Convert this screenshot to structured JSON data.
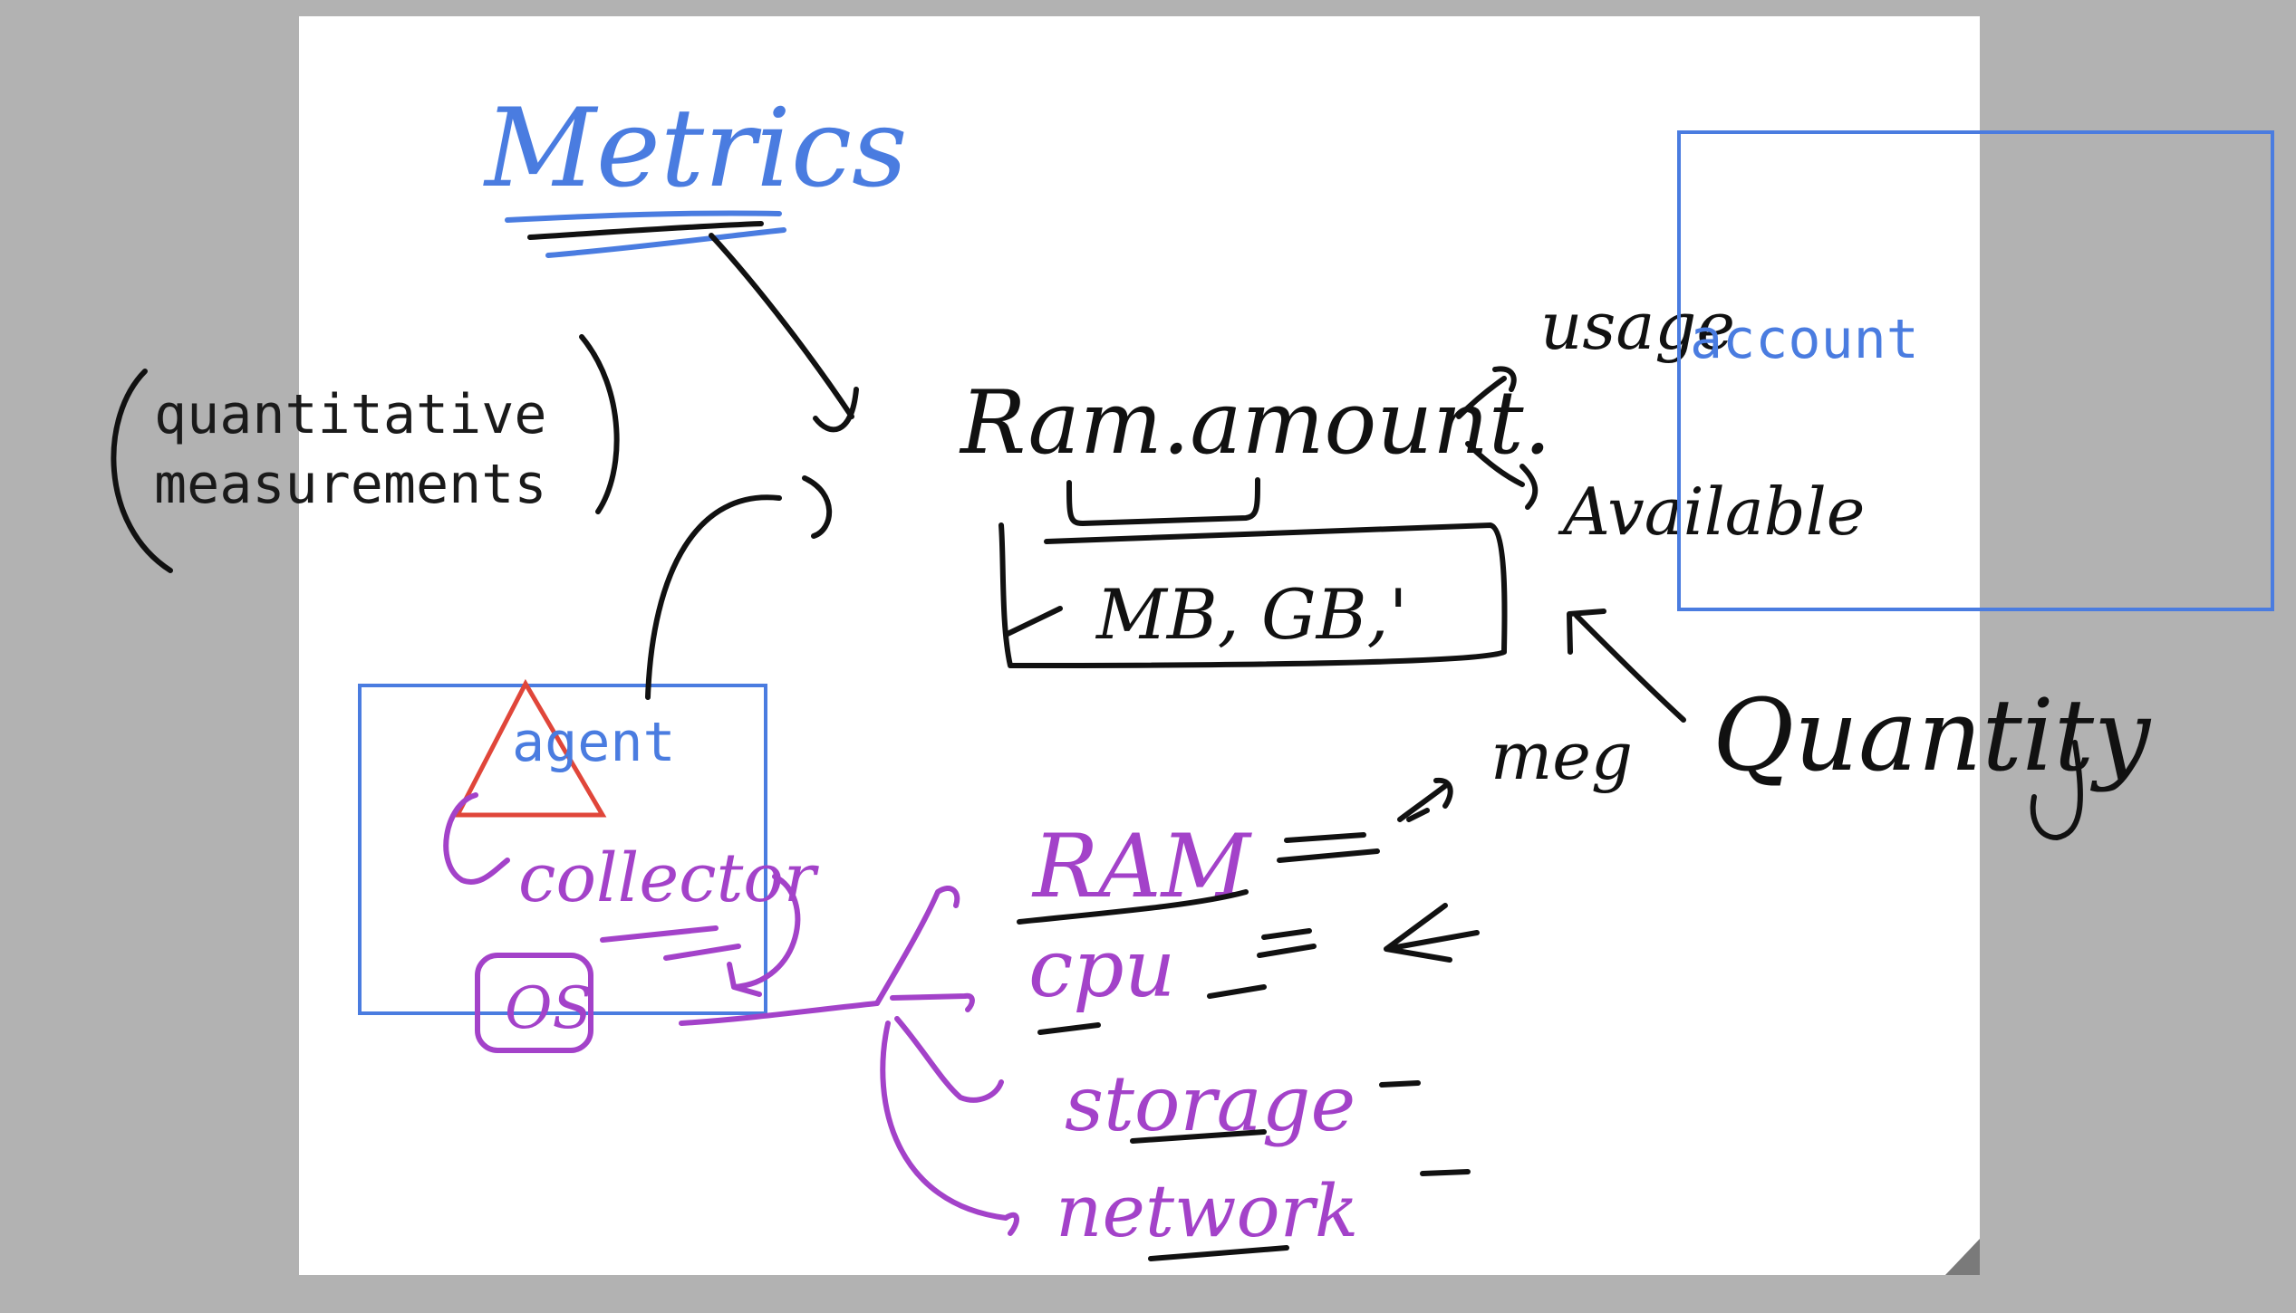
{
  "colors": {
    "canvas_background": "#b2b2b2",
    "board": "#ffffff",
    "ink_black": "#111111",
    "ink_blue": "#4a7ce0",
    "ink_purple": "#a342c9",
    "shape_red": "#e0463a"
  },
  "typed_text": {
    "note_line1": "quantitative",
    "note_line2": "measurements",
    "agent_box_label": "agent",
    "account_box_label": "account"
  },
  "handwriting": {
    "title": "Metrics",
    "ram_amount": "Ram.amount.",
    "units": "MB, GB,'",
    "usage": "usage",
    "available": "Available",
    "quantity": "Quantity",
    "meg": "meg",
    "collector": "collector",
    "os": "OS",
    "ram": "RAM",
    "cpu": "cpu",
    "storage": "storage",
    "network": "network"
  }
}
